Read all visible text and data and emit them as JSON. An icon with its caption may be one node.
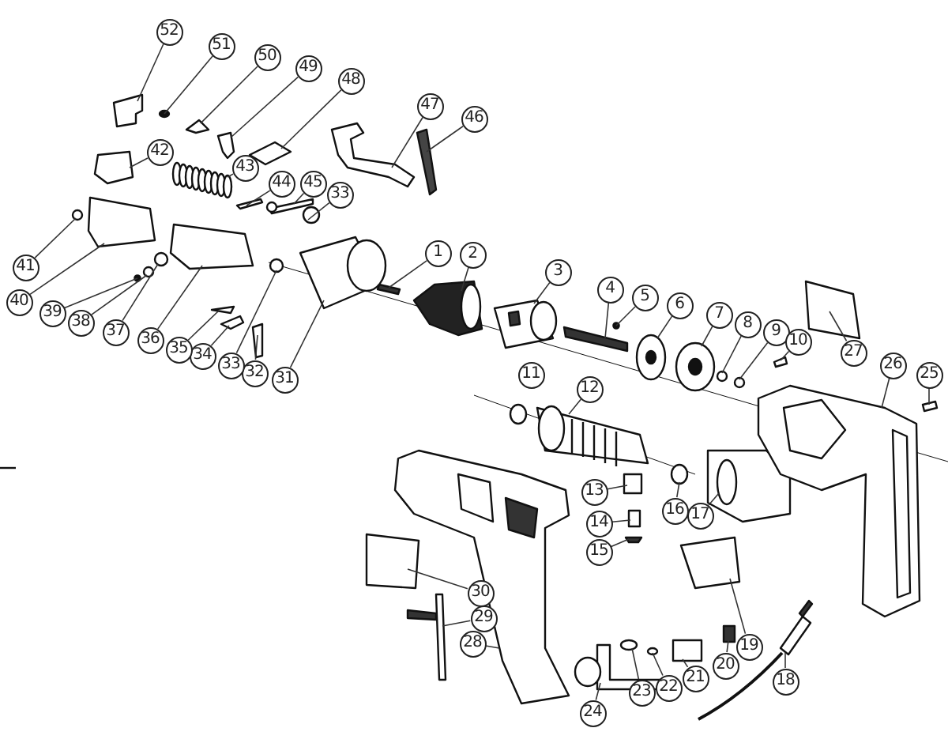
{
  "diagram": {
    "nodes": [
      {
        "text": [
          "1"
        ]
      },
      {
        "text": [
          "2"
        ]
      },
      {
        "text": [
          "3"
        ]
      },
      {
        "text": [
          "4"
        ]
      },
      {
        "text": [
          "5"
        ]
      },
      {
        "text": [
          "6"
        ]
      },
      {
        "text": [
          "7"
        ]
      },
      {
        "text": [
          "8"
        ]
      },
      {
        "text": [
          "9"
        ]
      },
      {
        "text": [
          "10"
        ]
      },
      {
        "text": [
          "11"
        ]
      },
      {
        "text": [
          "12"
        ]
      },
      {
        "text": [
          "13"
        ]
      },
      {
        "text": [
          "14"
        ]
      },
      {
        "text": [
          "15"
        ]
      },
      {
        "text": [
          "16"
        ]
      },
      {
        "text": [
          "17"
        ]
      },
      {
        "text": [
          "18"
        ]
      },
      {
        "text": [
          "19"
        ]
      },
      {
        "text": [
          "20"
        ]
      },
      {
        "text": [
          "21"
        ]
      },
      {
        "text": [
          "22"
        ]
      },
      {
        "text": [
          "23"
        ]
      },
      {
        "text": [
          "24"
        ]
      },
      {
        "text": [
          "25"
        ]
      },
      {
        "text": [
          "26"
        ]
      },
      {
        "text": [
          "27"
        ]
      },
      {
        "text": [
          "28"
        ]
      },
      {
        "text": [
          "29"
        ]
      },
      {
        "text": [
          "30"
        ]
      },
      {
        "text": [
          "31"
        ]
      },
      {
        "text": [
          "32"
        ]
      },
      {
        "text": [
          "33"
        ]
      },
      {
        "text": [
          "33"
        ]
      },
      {
        "text": [
          "34"
        ]
      },
      {
        "text": [
          "35"
        ]
      },
      {
        "text": [
          "36"
        ]
      },
      {
        "text": [
          "37"
        ]
      },
      {
        "text": [
          "38"
        ]
      },
      {
        "text": [
          "39"
        ]
      },
      {
        "text": [
          "40"
        ]
      },
      {
        "text": [
          "41"
        ]
      },
      {
        "text": [
          "42"
        ]
      },
      {
        "text": [
          "43"
        ]
      },
      {
        "text": [
          "44"
        ]
      },
      {
        "text": [
          "45"
        ]
      },
      {
        "text": [
          "46"
        ]
      },
      {
        "text": [
          "47"
        ]
      },
      {
        "text": [
          "48"
        ]
      },
      {
        "text": [
          "49"
        ]
      },
      {
        "text": [
          "50"
        ]
      },
      {
        "text": [
          "51"
        ]
      },
      {
        "text": [
          "52"
        ]
      },
      {
        "text": [],
        "shape": "box"
      },
      {
        "text": [],
        "shape": "picture"
      },
      {
        "text": [],
        "shape": "picture"
      },
      {
        "text": [],
        "shape": "box"
      },
      {
        "text": [],
        "shape": "circle"
      },
      {
        "text": [],
        "shape": "picture"
      },
      {
        "text": [],
        "shape": "picture"
      },
      {
        "text": [],
        "shape": "circle"
      },
      {
        "text": [],
        "shape": "circle"
      },
      {
        "text": [],
        "shape": "box"
      },
      {
        "text": [],
        "shape": "picture"
      },
      {
        "text": [],
        "shape": "box"
      },
      {
        "text": [],
        "shape": "box"
      },
      {
        "text": [],
        "shape": "box"
      },
      {
        "text": [],
        "shape": "circle"
      },
      {
        "text": [],
        "shape": "picture"
      },
      {
        "text": [],
        "shape": "picture"
      },
      {
        "text": [],
        "shape": "box"
      },
      {
        "text": [],
        "shape": "box"
      },
      {
        "text": [],
        "shape": "box"
      },
      {
        "text": [],
        "shape": "circle"
      },
      {
        "text": [],
        "shape": "circle"
      },
      {
        "text": [],
        "shape": "picture"
      },
      {
        "text": [],
        "shape": "box"
      },
      {
        "text": [],
        "shape": "picture"
      },
      {
        "text": [],
        "shape": "box"
      },
      {
        "text": [],
        "shape": "picture"
      },
      {
        "text": [],
        "shape": "picture"
      },
      {
        "text": [],
        "shape": "box"
      },
      {
        "text": [],
        "shape": "picture"
      },
      {
        "text": [],
        "shape": "box"
      },
      {
        "text": [],
        "shape": "circle"
      },
      {
        "text": [],
        "shape": "circle"
      },
      {
        "text": [],
        "shape": "box"
      },
      {
        "text": [],
        "shape": "box"
      },
      {
        "text": [],
        "shape": "box"
      },
      {
        "text": [],
        "shape": "circle"
      },
      {
        "text": [],
        "shape": "circle"
      },
      {
        "text": [],
        "shape": "circle"
      },
      {
        "text": [],
        "shape": "box"
      },
      {
        "text": [],
        "shape": "circle"
      },
      {
        "text": [],
        "shape": "box"
      },
      {
        "text": [],
        "shape": "picture"
      },
      {
        "text": [],
        "shape": "box"
      },
      {
        "text": [],
        "shape": "picture"
      },
      {
        "text": [],
        "shape": "box"
      },
      {
        "text": [],
        "shape": "box"
      },
      {
        "text": [],
        "shape": "box"
      },
      {
        "text": [],
        "shape": "box"
      },
      {
        "text": [],
        "shape": "box"
      },
      {
        "text": [],
        "shape": "circle"
      },
      {
        "text": [],
        "shape": "box"
      }
    ],
    "edges": [
      {
        "from": 0,
        "to": 53,
        "arrow": "none"
      },
      {
        "from": 1,
        "to": 54,
        "arrow": "none"
      },
      {
        "from": 2,
        "to": 55,
        "arrow": "none"
      },
      {
        "from": 3,
        "to": 56,
        "arrow": "none"
      },
      {
        "from": 4,
        "to": 57,
        "arrow": "none"
      },
      {
        "from": 5,
        "to": 58,
        "arrow": "none"
      },
      {
        "from": 6,
        "to": 59,
        "arrow": "none"
      },
      {
        "from": 7,
        "to": 60,
        "arrow": "none"
      },
      {
        "from": 8,
        "to": 61,
        "arrow": "none"
      },
      {
        "from": 9,
        "to": 62,
        "arrow": "none"
      },
      {
        "from": 11,
        "to": 63,
        "arrow": "none"
      },
      {
        "from": 12,
        "to": 64,
        "arrow": "none"
      },
      {
        "from": 13,
        "to": 65,
        "arrow": "none"
      },
      {
        "from": 14,
        "to": 66,
        "arrow": "none"
      },
      {
        "from": 15,
        "to": 67,
        "arrow": "none"
      },
      {
        "from": 16,
        "to": 68,
        "arrow": "none"
      },
      {
        "from": 17,
        "to": 69,
        "arrow": "none"
      },
      {
        "from": 18,
        "to": 70,
        "arrow": "none"
      },
      {
        "from": 19,
        "to": 71,
        "arrow": "none"
      },
      {
        "from": 20,
        "to": 72,
        "arrow": "none"
      },
      {
        "from": 21,
        "to": 73,
        "arrow": "none"
      },
      {
        "from": 22,
        "to": 74,
        "arrow": "none"
      },
      {
        "from": 23,
        "to": 75,
        "arrow": "none"
      },
      {
        "from": 24,
        "to": 76,
        "arrow": "none"
      },
      {
        "from": 25,
        "to": 77,
        "arrow": "none"
      },
      {
        "from": 26,
        "to": 78,
        "arrow": "none"
      },
      {
        "from": 27,
        "to": 79,
        "arrow": "none"
      },
      {
        "from": 28,
        "to": 80,
        "arrow": "none"
      },
      {
        "from": 29,
        "to": 81,
        "arrow": "none"
      },
      {
        "from": 30,
        "to": 82,
        "arrow": "none"
      },
      {
        "from": 31,
        "to": 83,
        "arrow": "none"
      },
      {
        "from": 32,
        "to": 84,
        "arrow": "none"
      },
      {
        "from": 33,
        "to": 85,
        "arrow": "none"
      },
      {
        "from": 34,
        "to": 86,
        "arrow": "none"
      },
      {
        "from": 35,
        "to": 87,
        "arrow": "none"
      },
      {
        "from": 36,
        "to": 88,
        "arrow": "none"
      },
      {
        "from": 37,
        "to": 89,
        "arrow": "none"
      },
      {
        "from": 38,
        "to": 90,
        "arrow": "none"
      },
      {
        "from": 39,
        "to": 91,
        "arrow": "none"
      },
      {
        "from": 40,
        "to": 92,
        "arrow": "none"
      },
      {
        "from": 41,
        "to": 93,
        "arrow": "none"
      },
      {
        "from": 42,
        "to": 94,
        "arrow": "none"
      },
      {
        "from": 43,
        "to": 95,
        "arrow": "none"
      },
      {
        "from": 44,
        "to": 96,
        "arrow": "none"
      },
      {
        "from": 45,
        "to": 97,
        "arrow": "none"
      },
      {
        "from": 46,
        "to": 98,
        "arrow": "none"
      },
      {
        "from": 47,
        "to": 99,
        "arrow": "none"
      },
      {
        "from": 48,
        "to": 100,
        "arrow": "none"
      },
      {
        "from": 49,
        "to": 101,
        "arrow": "none"
      },
      {
        "from": 50,
        "to": 102,
        "arrow": "none"
      },
      {
        "from": 51,
        "to": 103,
        "arrow": "none"
      },
      {
        "from": 52,
        "to": 104,
        "arrow": "none"
      }
    ]
  }
}
